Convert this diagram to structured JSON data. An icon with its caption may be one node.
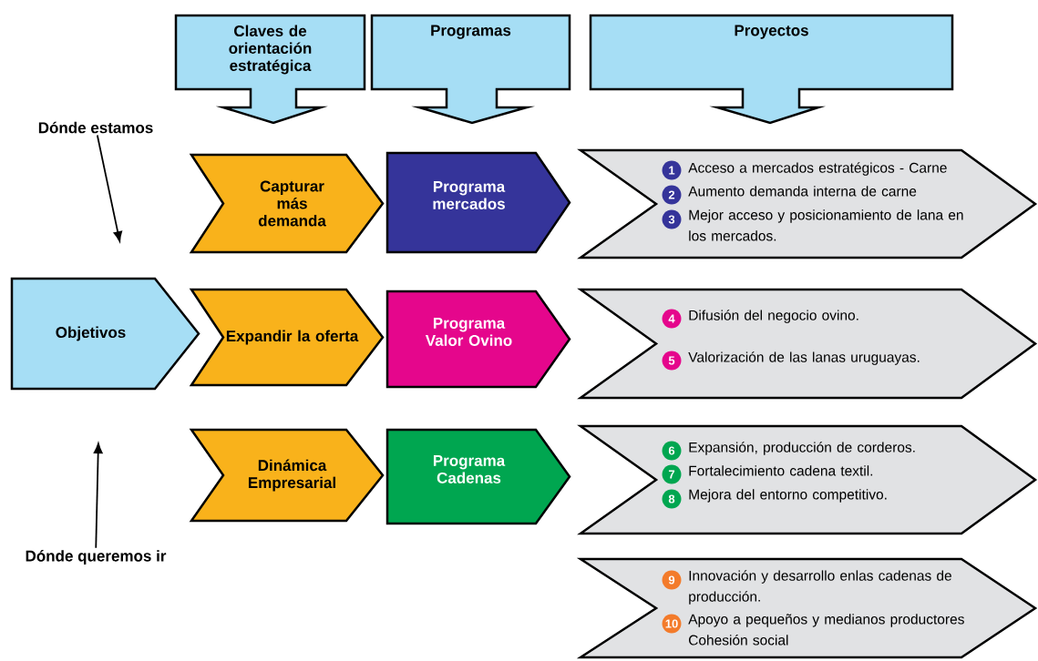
{
  "diagram": {
    "nodes": [
      {
        "text": [
          "Claves de orientación estratégica"
        ]
      },
      {
        "text": [
          "Programas"
        ]
      },
      {
        "text": [
          "Proyectos"
        ]
      },
      {
        "text": [
          "Dónde estamos"
        ]
      },
      {
        "text": [
          "Capturar más demanda"
        ]
      },
      {
        "text": [
          "Programa mercados"
        ]
      },
      {
        "text": [
          "Acceso a mercados estratégicos - Carne",
          "Aumento demanda interna de carne",
          "Mejor acceso y posicionamiento de lana en los mercados."
        ]
      },
      {
        "text": [
          "1"
        ],
        "in": 6
      },
      {
        "text": [
          "2"
        ],
        "in": 6
      },
      {
        "text": [
          "3"
        ],
        "in": 6
      },
      {
        "text": [
          "Objetivos"
        ]
      },
      {
        "text": [
          "Expandir la oferta"
        ]
      },
      {
        "text": [
          "Programa Valor Ovino"
        ]
      },
      {
        "text": [
          "Difusión del negocio ovino.",
          "Valorización de las lanas uruguayas."
        ]
      },
      {
        "text": [
          "4"
        ],
        "in": 13
      },
      {
        "text": [
          "5"
        ],
        "in": 13
      },
      {
        "text": [
          "Dinámica Empresarial"
        ]
      },
      {
        "text": [
          "Programa Cadenas"
        ]
      },
      {
        "text": [
          "Expansión, producción de corderos.",
          "Fortalecimiento cadena textil.",
          "Mejora del entorno competitivo."
        ]
      },
      {
        "text": [
          "6"
        ],
        "in": 18
      },
      {
        "text": [
          "7"
        ],
        "in": 18
      },
      {
        "text": [
          "8"
        ],
        "in": 18
      },
      {
        "text": [
          "Dónde queremos ir"
        ]
      },
      {
        "text": [
          "Innovación y desarrollo enlas cadenas de producción.",
          "Apoyo a pequeños y medianos productores Cohesión social"
        ]
      },
      {
        "text": [
          "9"
        ],
        "in": 23
      },
      {
        "text": [
          "10"
        ],
        "in": 23
      }
    ],
    "edges": [
      {
        "from": 3,
        "to": null,
        "arrow": "to"
      },
      {
        "from": 22,
        "to": null,
        "arrow": "to"
      }
    ]
  }
}
